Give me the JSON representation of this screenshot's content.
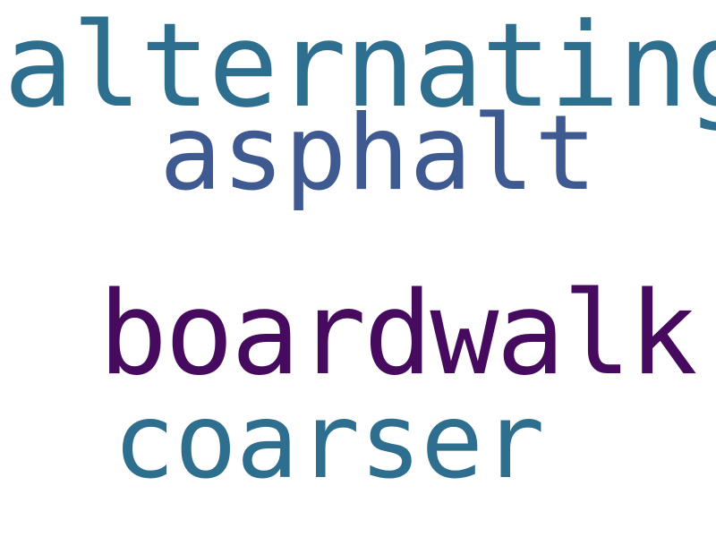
{
  "words": [
    {
      "text": "alternating",
      "color": "#2e6e8e"
    },
    {
      "text": "asphalt",
      "color": "#3f5a91"
    },
    {
      "text": "boardwalk",
      "color": "#460b5e"
    },
    {
      "text": "coarser",
      "color": "#2e6e8e"
    }
  ],
  "background_color": "#ffffff"
}
